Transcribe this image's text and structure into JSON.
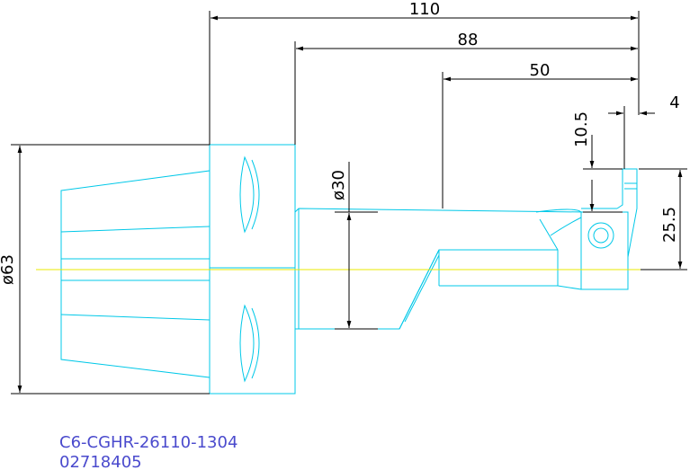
{
  "dimensions": {
    "overall_length": "110",
    "shank_length": "88",
    "neck_length": "50",
    "insert_offset": "4",
    "insert_height": "10.5",
    "tip_height": "25.5",
    "flange_diameter": "ø63",
    "shank_diameter": "ø30"
  },
  "title_block": {
    "part_code": "C6-CGHR-26110-1304",
    "part_number": "02718405"
  },
  "colors": {
    "geometry": "#00c8e8",
    "centerline": "#e8e800",
    "dimension": "#000000",
    "title_text": "#4a4acd"
  }
}
